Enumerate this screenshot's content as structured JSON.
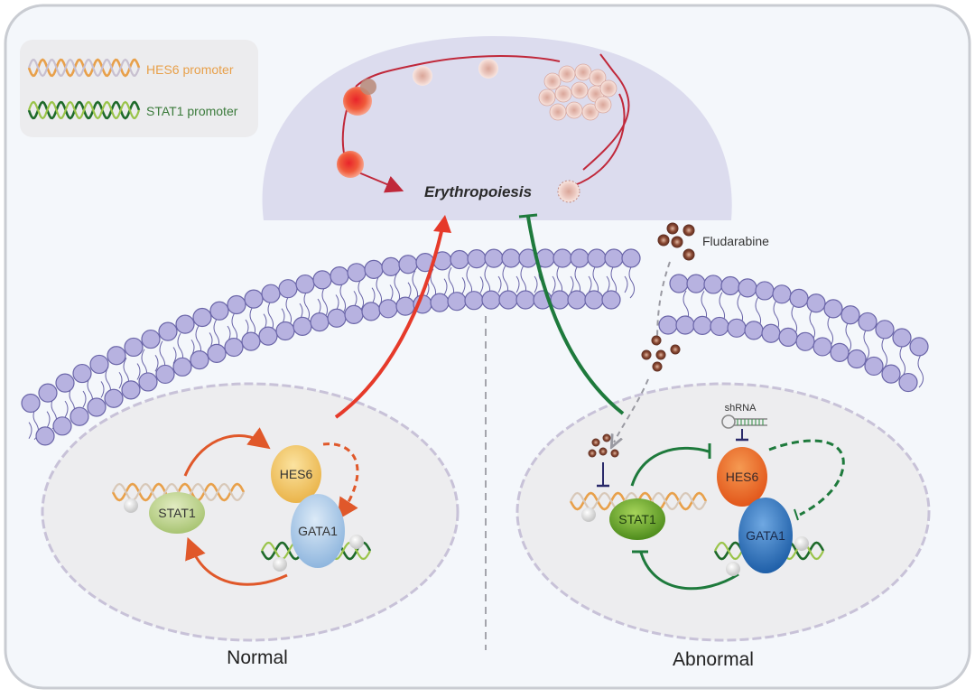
{
  "legend": {
    "items": [
      {
        "label": "HES6 promoter",
        "color": "#e8a04a",
        "icon": "dna-helix-icon"
      },
      {
        "label": "STAT1 promoter",
        "color": "#3a8a3a",
        "icon": "dna-helix-icon"
      }
    ]
  },
  "top": {
    "process_label": "Erythropoiesis"
  },
  "drug": {
    "label": "Fludarabine"
  },
  "normal": {
    "panel_label": "Normal",
    "proteins": {
      "stat1": "STAT1",
      "hes6": "HES6",
      "gata1": "GATA1"
    }
  },
  "abnormal": {
    "panel_label": "Abnormal",
    "shrna_label": "shRNA",
    "proteins": {
      "stat1": "STAT1",
      "hes6": "HES6",
      "gata1": "GATA1"
    }
  },
  "colors": {
    "activation": "#e0582a",
    "inhibition": "#1e7a3c",
    "membrane": "#b7b2e0",
    "membrane_stroke": "#6a65a8",
    "hes6_normal": "#f2c55a",
    "hes6_abnormal": "#ea6a1e",
    "gata1_normal": "#a9c8e6",
    "gata1_abnormal": "#2f74c0",
    "stat1_normal": "#bcd48a",
    "stat1_abnormal": "#6fae2a",
    "cycle_line": "#c0283a",
    "drug_particle": "#6e3a2a"
  }
}
